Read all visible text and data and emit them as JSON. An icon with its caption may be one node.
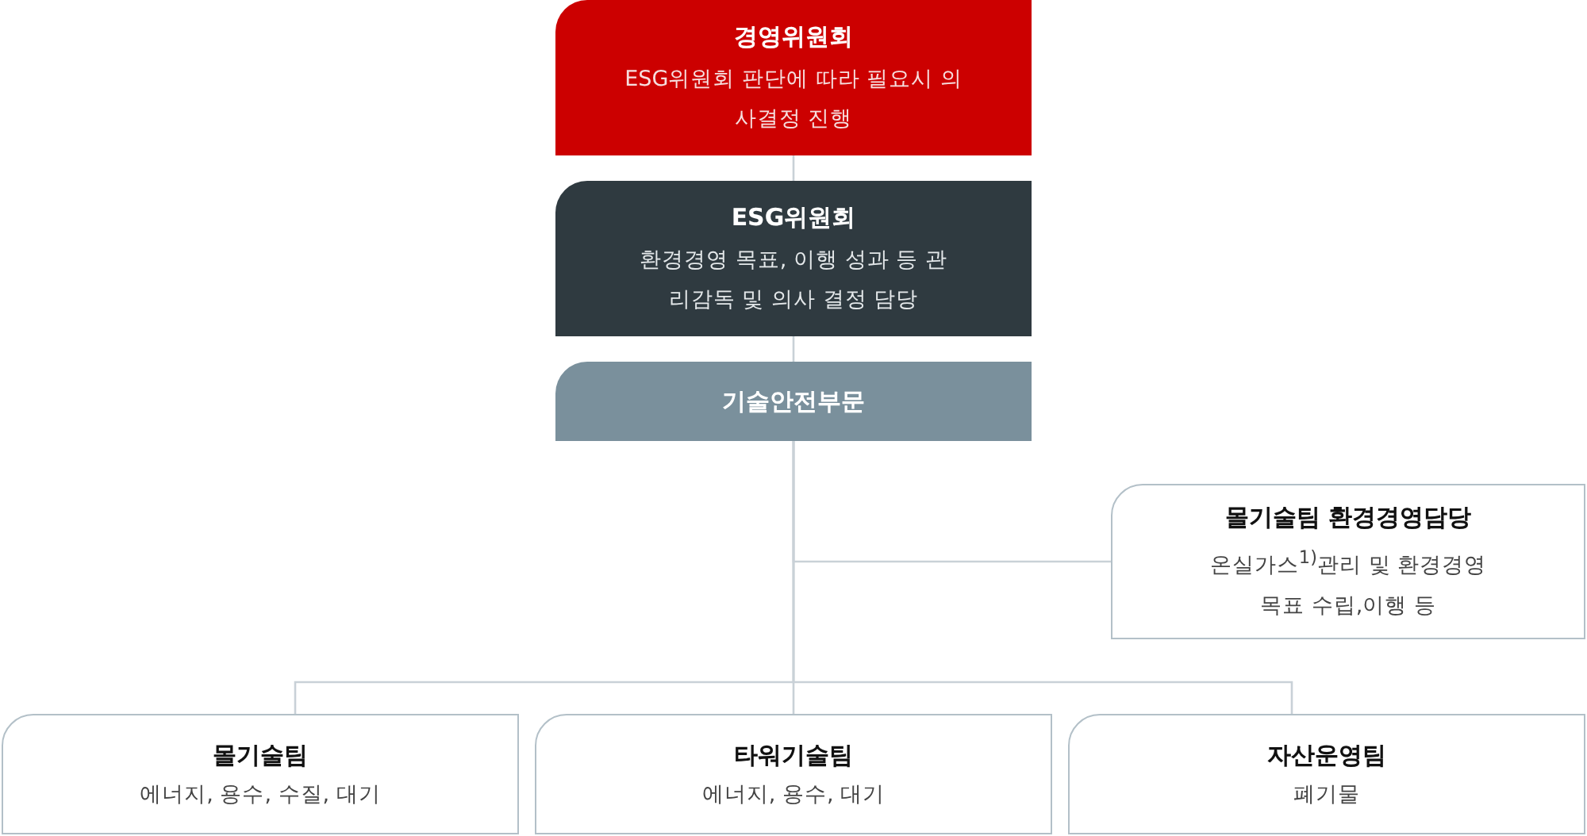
{
  "diagram": {
    "nodes": [
      {
        "text": [
          "경영위원회",
          "ESG위원회 판단에 따라 필요시 의사결정 진행"
        ]
      },
      {
        "text": [
          "ESG위원회",
          "환경경영 목표, 이행 성과 등 관리감독 및 의사 결정 담당"
        ]
      },
      {
        "text": [
          "기술안전부문"
        ]
      },
      {
        "text": [
          "몰기술팀 환경경영담당",
          "온실가스$^{1)}$관리 및 환경경영 목표 수립,이행 등"
        ]
      },
      {
        "text": [
          "몰기술팀",
          "에너지, 용수, 수질, 대기"
        ]
      },
      {
        "text": [
          "타워기술팀",
          "에너지, 용수, 대기"
        ]
      },
      {
        "text": [
          "자산운영팀",
          "폐기물"
        ]
      }
    ],
    "edges": [
      {
        "from": 0,
        "to": 1,
        "arrow": "none"
      },
      {
        "from": 1,
        "to": 2,
        "arrow": "none"
      },
      {
        "from": 2,
        "to": 3,
        "arrow": "none"
      },
      {
        "from": 2,
        "to": 4,
        "arrow": "none"
      },
      {
        "from": 2,
        "to": 5,
        "arrow": "none"
      },
      {
        "from": 2,
        "to": 6,
        "arrow": "none"
      }
    ]
  }
}
